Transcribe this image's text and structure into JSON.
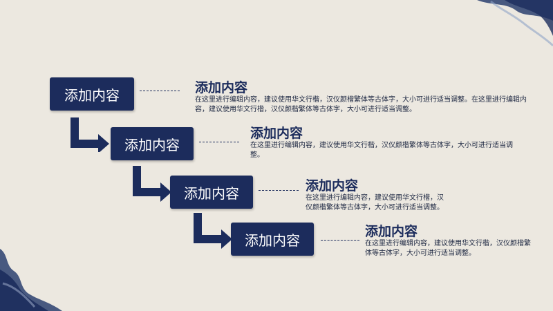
{
  "steps": [
    {
      "label": "添加内容",
      "title": "添加内容",
      "body": "在这里进行编辑内容，建议使用华文行楷，汉仪颜楷繁体等古体字，大小可进行适当调整。在这里进行编辑内容，建议使用华文行楷，汉仪颜楷繁体等古体字，大小可进行适当调整。"
    },
    {
      "label": "添加内容",
      "title": "添加内容",
      "body": "在这里进行编辑内容，建议使用华文行楷，汉仪颜楷繁体等古体字，大小可进行适当调整。"
    },
    {
      "label": "添加内容",
      "title": "添加内容",
      "body": "在这里进行编辑内容，建议使用华文行楷，汉仪颜楷繁体等古体字，大小可进行适当调整。"
    },
    {
      "label": "添加内容",
      "title": "添加内容",
      "body": "在这里进行编辑内容，建议使用华文行楷，汉仪颜楷繁体等古体字，大小可进行适当调整。"
    }
  ],
  "colors": {
    "navy": "#1c2c5c",
    "paper": "#ece8e0",
    "ink": "#3a4f7a"
  },
  "decorations": [
    "ink-wash-top-right",
    "ink-wash-bottom-left"
  ]
}
